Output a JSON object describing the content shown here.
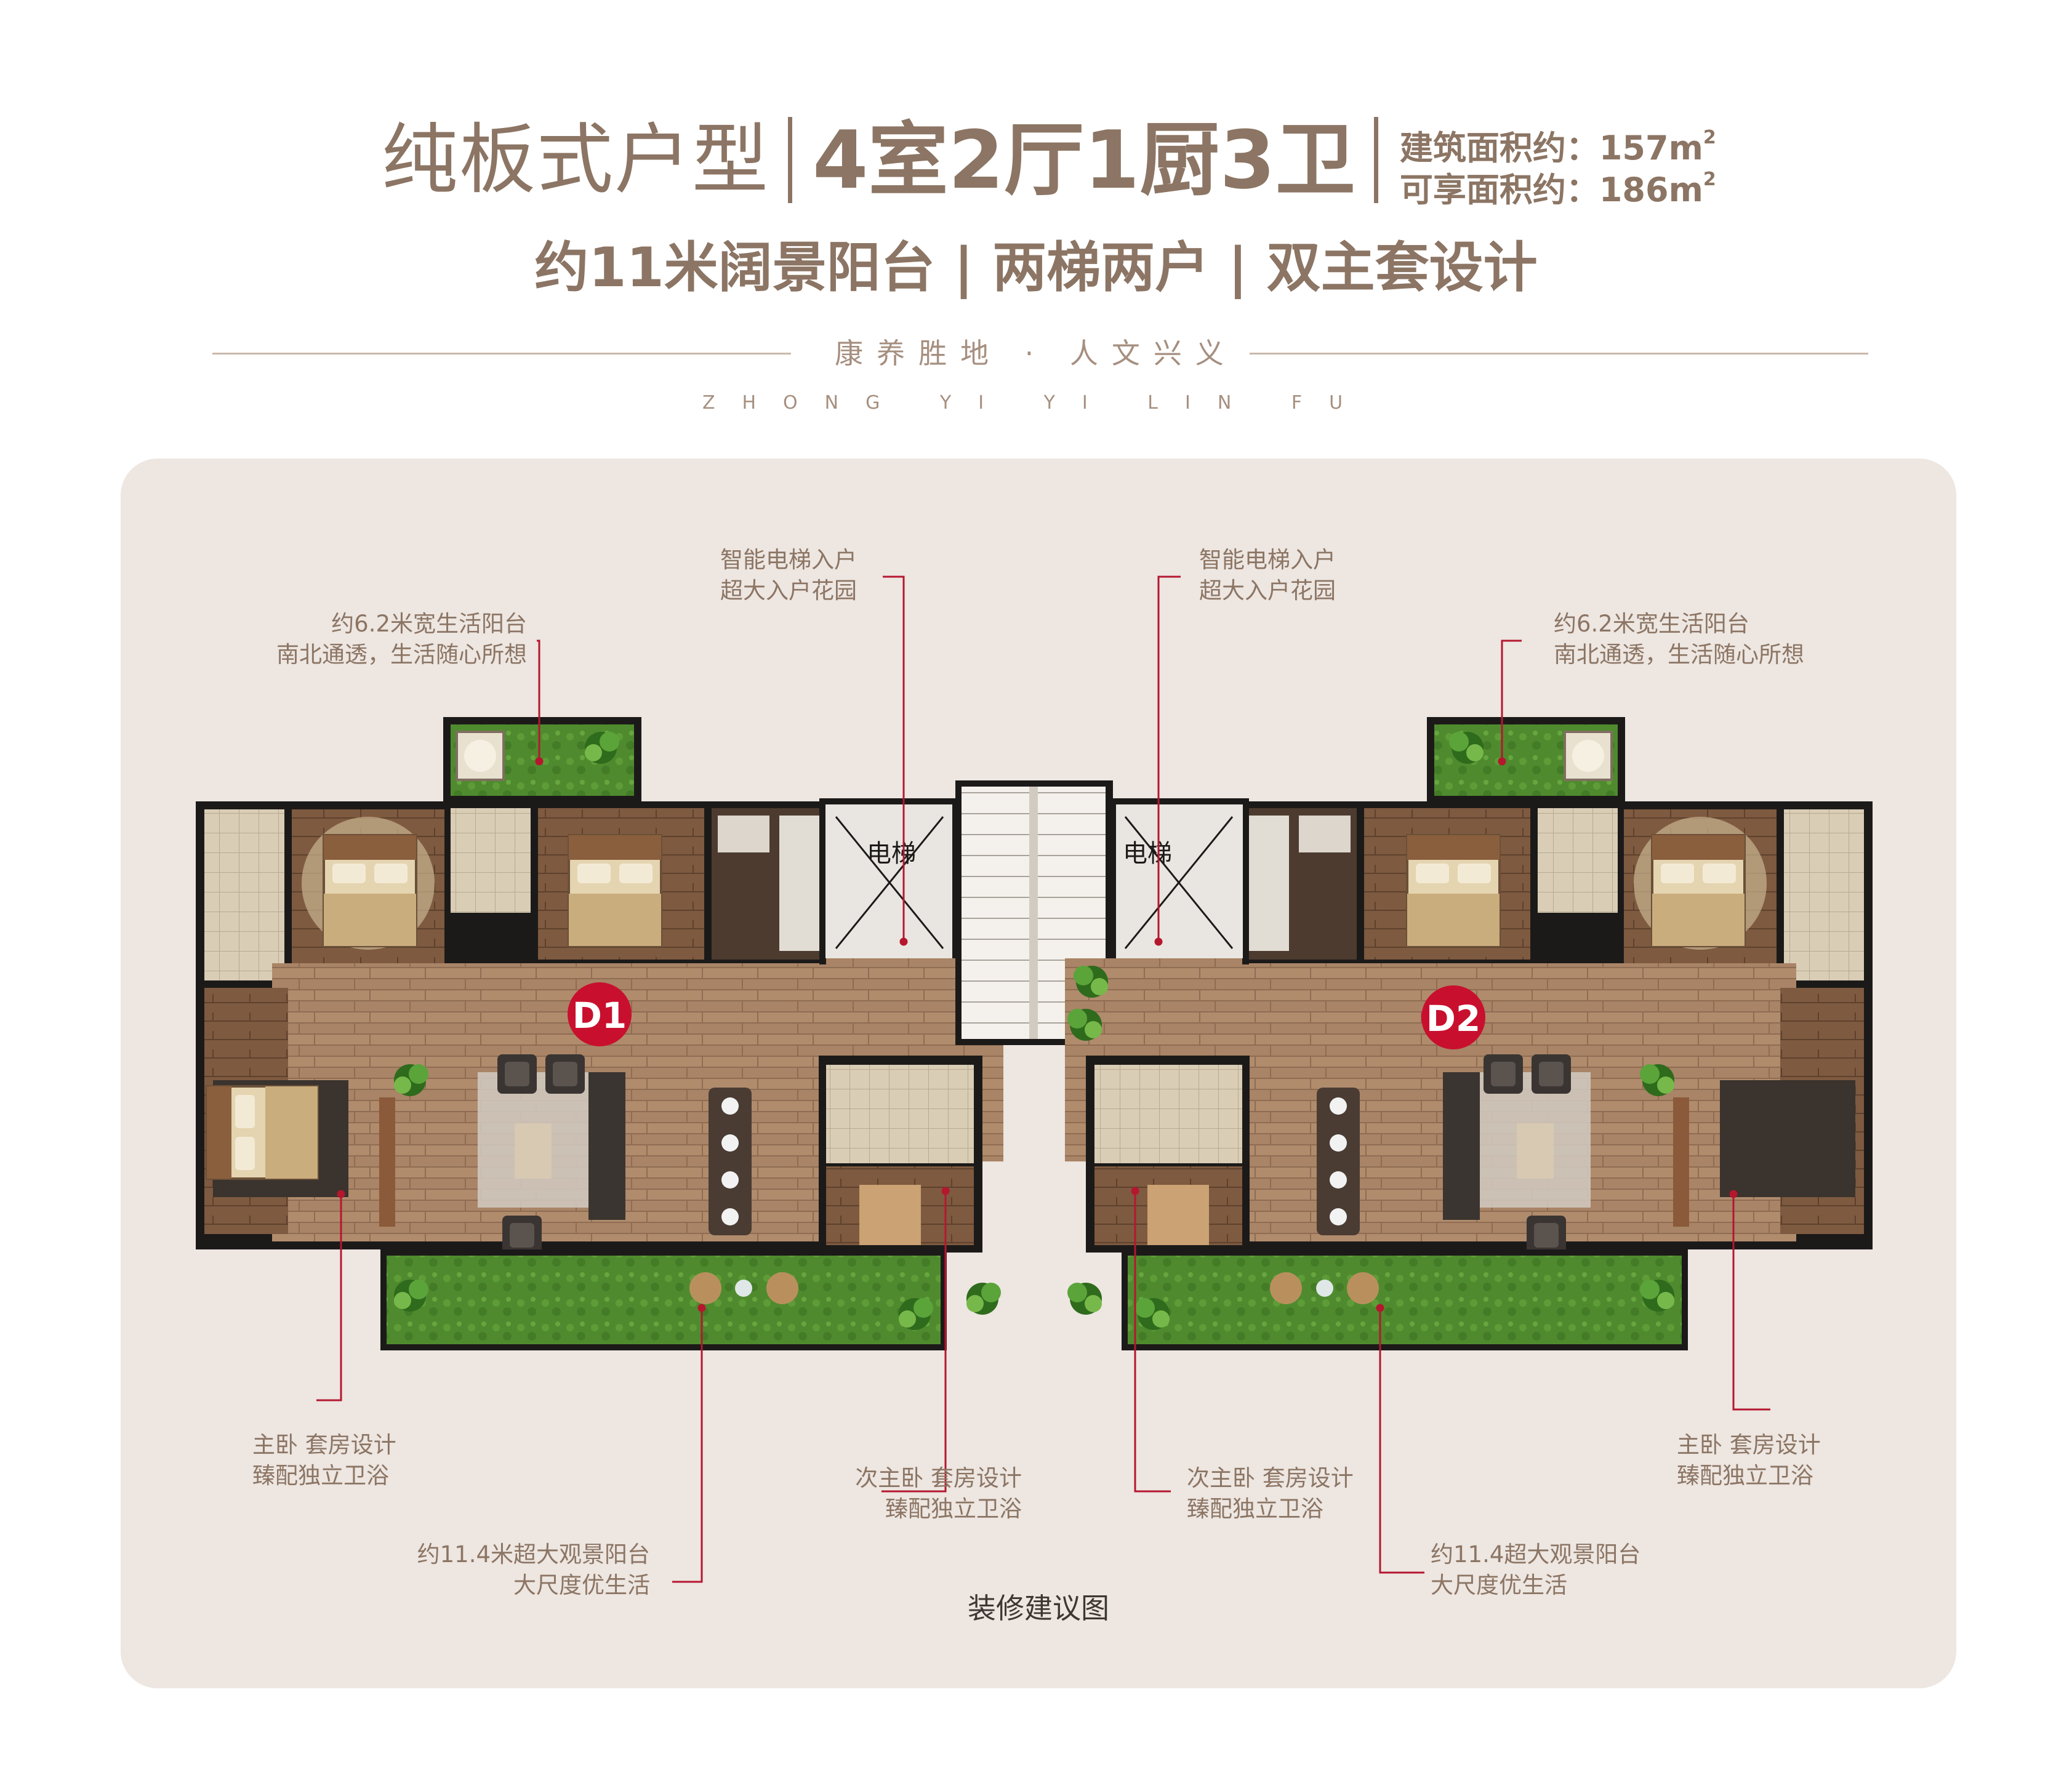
{
  "header": {
    "type_title": "纯板式户型",
    "layout_title": "4室2厅1厨3卫",
    "area_build": "建筑面积约：157m",
    "area_build_sup": "2",
    "area_enjoy": "可享面积约：186m",
    "area_enjoy_sup": "2",
    "features": "约11米阔景阳台 | 两梯两户 | 双主套设计",
    "slogan": "康养胜地 · 人文兴义",
    "pinyin": "ZHONG YI YI LIN FU"
  },
  "plan": {
    "units": [
      "D1",
      "D2"
    ],
    "elevator_label": "电梯",
    "caption": "装修建议图"
  },
  "callouts": {
    "elevator_left": [
      "智能电梯入户",
      "超大入户花园"
    ],
    "elevator_right": [
      "智能电梯入户",
      "超大入户花园"
    ],
    "balcony_left": [
      "约6.2米宽生活阳台",
      "南北通透，生活随心所想"
    ],
    "balcony_right": [
      "约6.2米宽生活阳台",
      "南北通透，生活随心所想"
    ],
    "master_left": [
      "主卧 套房设计",
      "臻配独立卫浴"
    ],
    "master_right": [
      "主卧 套房设计",
      "臻配独立卫浴"
    ],
    "second_left": [
      "次主卧 套房设计",
      "臻配独立卫浴"
    ],
    "second_right": [
      "次主卧 套房设计",
      "臻配独立卫浴"
    ],
    "view_left": [
      "约11.4米超大观景阳台",
      "大尺度优生活"
    ],
    "view_right": [
      "约11.4超大观景阳台",
      "大尺度优生活"
    ]
  },
  "colors": {
    "text_brown": "#8c7564",
    "panel_bg": "#ede6e1",
    "leader_red": "#b5172f",
    "badge_red": "#c8102e",
    "wall": "#1c1a19",
    "wood": "#a98466",
    "grass": "#4f8b2e"
  }
}
